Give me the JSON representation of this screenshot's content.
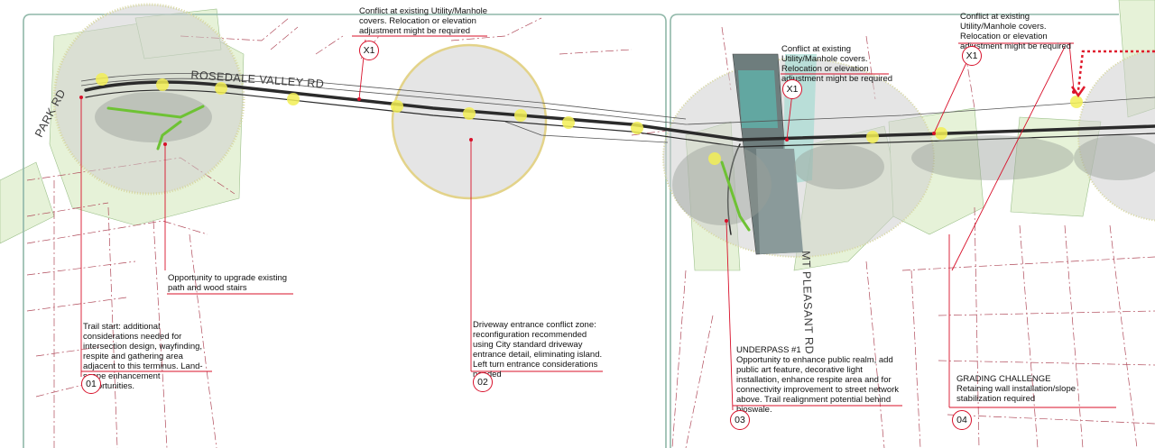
{
  "streets": {
    "rosedale": "ROSEDALE VALLEY RD",
    "park": "PARK RD",
    "mt_pleasant": "MT PLEASANT RD"
  },
  "notes": {
    "conflict_a": "Conflict at existing Utility/Manhole covers. Relocation or  elevation adjustment might be required",
    "conflict_b": "Conflict at existing Utility/Manhole covers. Relocation or  elevation adjustment might be required",
    "conflict_c": "Conflict at existing Utility/Manhole covers. Relocation or  elevation adjustment might be required",
    "upgrade": "Opportunity to upgrade existing path and wood stairs",
    "trail_start": "Trail start: additional considerations needed for intersection design, wayfinding, respite and gathering area adjacent to this terminus. Land-scape enhancement opportunities.",
    "driveway": "Driveway entrance conflict zone: reconfiguration recommended using City standard driveway entrance detail, eliminating island. Left turn entrance considerations needed",
    "underpass_title": "UNDERPASS #1",
    "underpass_body": "Opportunity to enhance public realm, add public art feature, decorative light installation, enhance respite area and for connectivity improvement to street network above. Trail realignment potential behind bioswale.",
    "grading_title": "GRADING CHALLENGE",
    "grading_body": "Retaining wall installation/slope stabilization required"
  },
  "badges": {
    "b01": "01",
    "b02": "02",
    "b03": "03",
    "b04": "04",
    "x1a": "X1",
    "x1b": "X1",
    "x1c": "X1"
  },
  "colors": {
    "leader": "#d8102a",
    "zone_fill": "#cfcfcf",
    "zone_ring": "#e3d38a",
    "green_fill": "#e6f2d8",
    "trail": "#2b2b2b",
    "highlight": "#f2ee55",
    "panel_border": "#8fb7a8",
    "lot_line": "#b04a5a",
    "water": "#5fb5ad"
  }
}
